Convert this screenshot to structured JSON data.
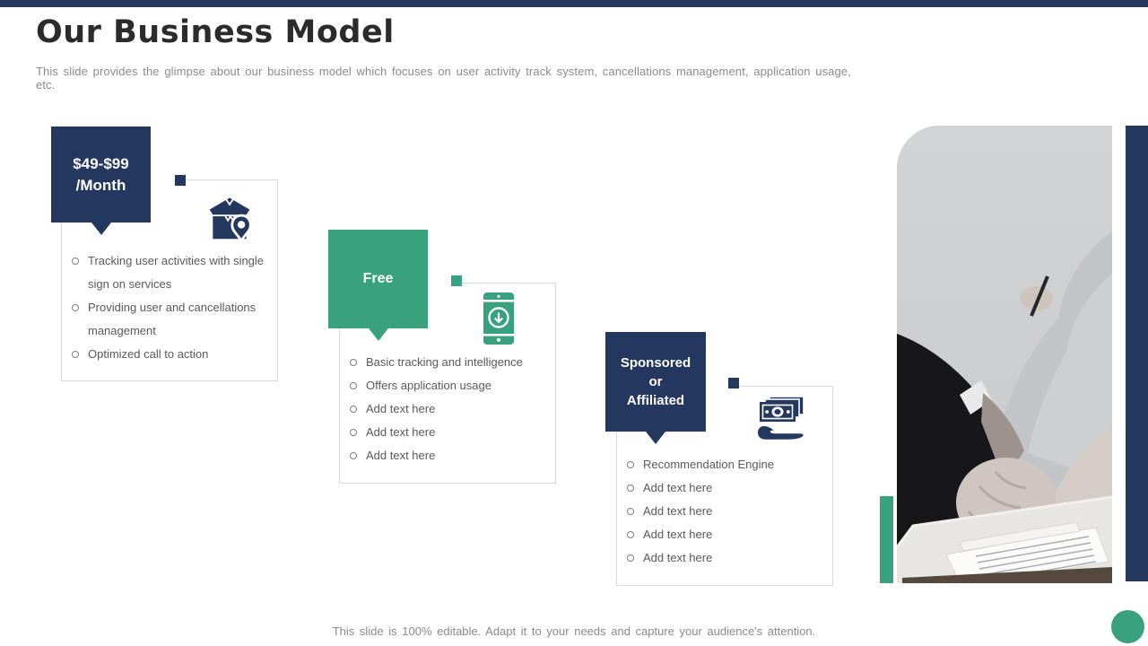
{
  "slide": {
    "title": "Our Business Model",
    "subtitle": "This slide provides  the glimpse about our business model which focuses on user activity track system, cancellations management,  application usage, etc.",
    "footer": "This slide is 100% editable. Adapt it to your needs and capture your audience's attention."
  },
  "colors": {
    "navy": "#24375F",
    "green": "#38A17D",
    "box_border": "#D9D9D9",
    "body_text": "#595959",
    "muted_text": "#8A8A8A"
  },
  "cards": [
    {
      "id": "paid-plan",
      "label_lines": [
        "$49-$99",
        "/Month"
      ],
      "icon": "package-location-icon",
      "items": [
        "Tracking user activities with single sign on services",
        "Providing user and cancellations management",
        "Optimized call to action"
      ]
    },
    {
      "id": "free-plan",
      "label_lines": [
        "Free"
      ],
      "icon": "mobile-download-icon",
      "items": [
        "Basic tracking and intelligence",
        "Offers application usage",
        "Add text here",
        "Add text here",
        "Add text here"
      ]
    },
    {
      "id": "sponsored-plan",
      "label_lines": [
        "Sponsored",
        "or",
        "Affiliated"
      ],
      "icon": "money-hand-icon",
      "items": [
        "Recommendation Engine",
        "Add text here",
        "Add text here",
        "Add text here",
        "Add text here"
      ]
    }
  ]
}
